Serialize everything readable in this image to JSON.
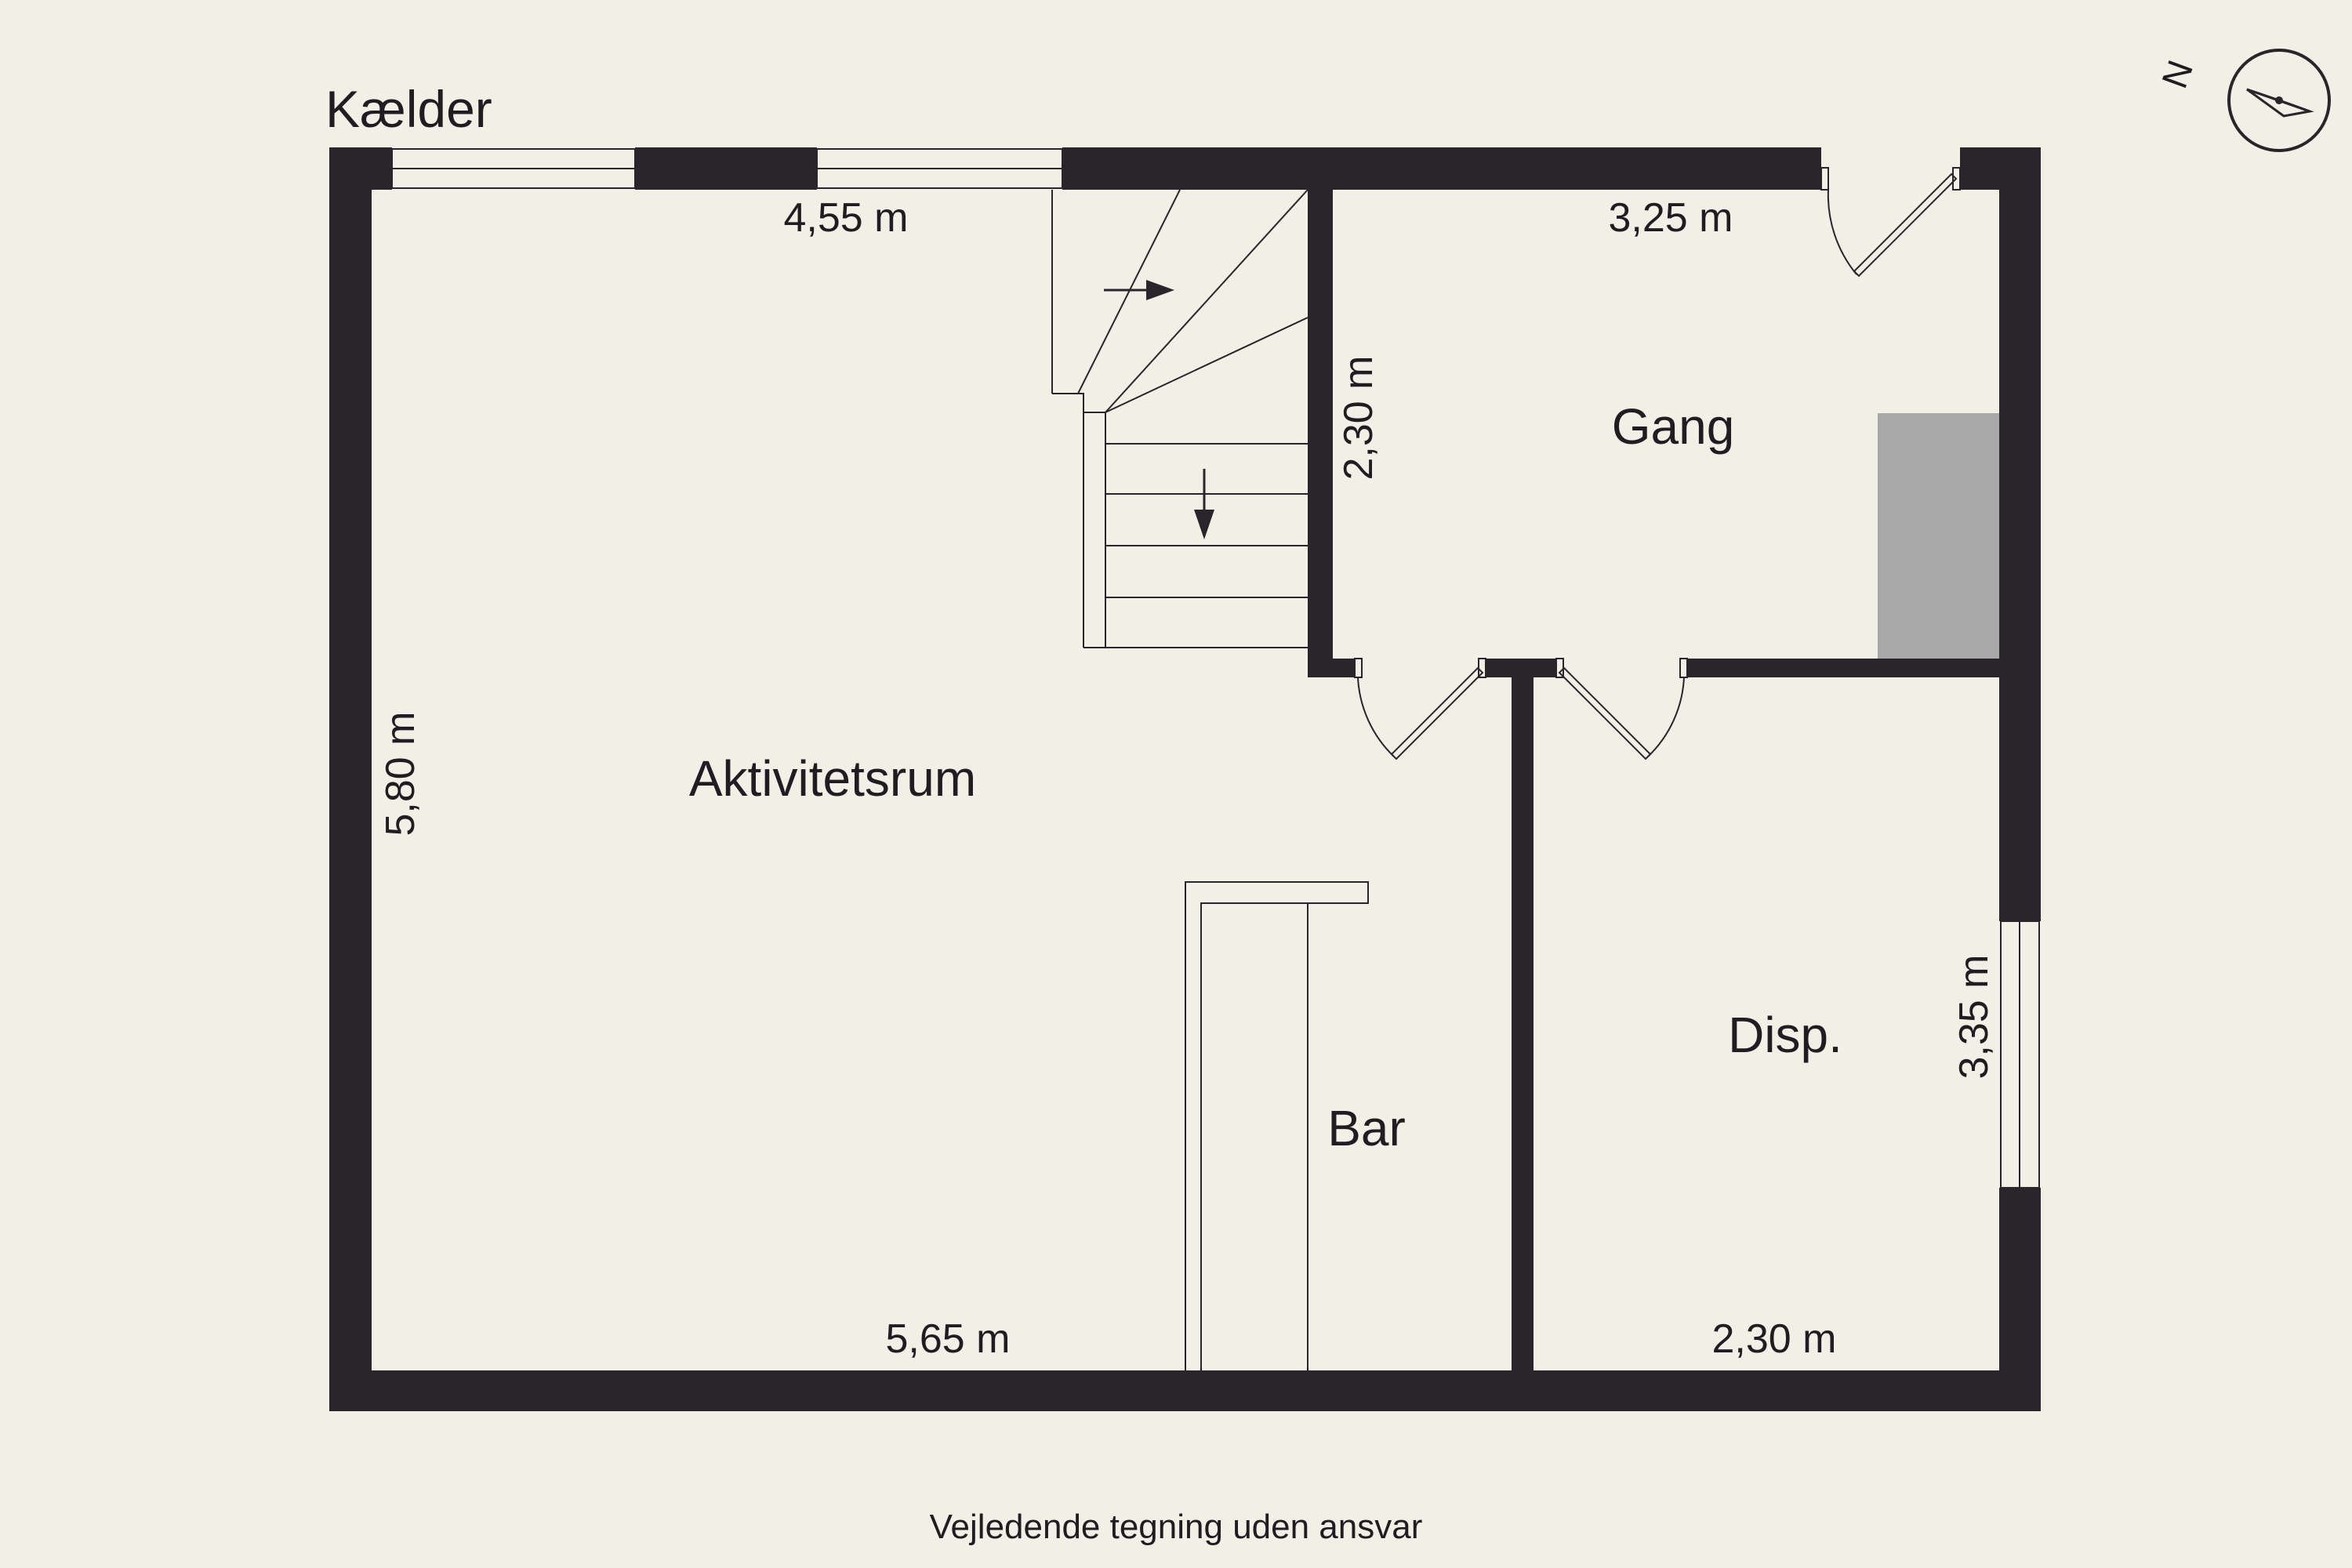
{
  "floor_label": "Kælder",
  "rooms": {
    "aktivitetsrum": "Aktivitetsrum",
    "gang": "Gang",
    "disp": "Disp.",
    "bar": "Bar"
  },
  "dimensions": {
    "top_left": "4,55 m",
    "top_right": "3,25 m",
    "stair_wall": "2,30 m",
    "left_wall": "5,80 m",
    "right_wall": "3,35 m",
    "bottom_left": "5,65 m",
    "bottom_right": "2,30 m"
  },
  "compass": {
    "north_label": "N"
  },
  "footer_note": "Vejledende tegning uden ansvar",
  "colors": {
    "background": "#f1efe6",
    "wall": "#29252b",
    "appliance": "#a8a8a8"
  }
}
